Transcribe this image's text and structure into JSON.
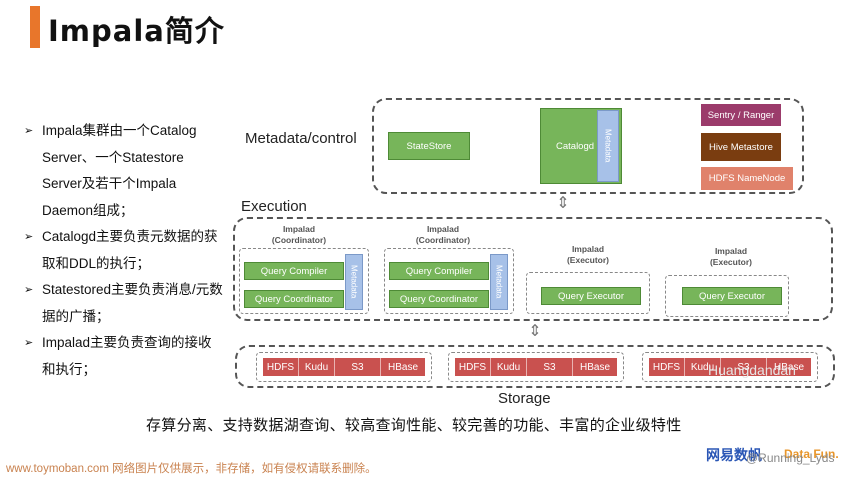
{
  "title": "Impala简介",
  "bullets": [
    "Impala集群由一个Catalog Server、一个Statestore Server及若干个Impala Daemon组成；",
    "Catalogd主要负责元数据的获取和DDL的执行；",
    "Statestored主要负责消息/元数据的广播；",
    "Impalad主要负责查询的接收和执行；"
  ],
  "bullet_mark": "➢",
  "diagram": {
    "metadata_label": "Metadata/control",
    "execution_label": "Execution",
    "storage_label": "Storage",
    "statestore": "StateStore",
    "catalogd": "Catalogd",
    "metadata_tag": "Metadata",
    "sentry": "Sentry / Ranger",
    "hive": "Hive Metastore",
    "namenode": "HDFS NameNode",
    "impalad": "Impalad",
    "coordinator": "(Coordinator)",
    "executor": "(Executor)",
    "query_compiler": "Query Compiler",
    "query_coordinator": "Query Coordinator",
    "query_executor": "Query Executor",
    "storage_cells": [
      "HDFS",
      "Kudu",
      "S3",
      "HBase"
    ]
  },
  "bottom_text": "存算分离、支持数据湖查询、较高查询性能、较完善的功能、丰富的企业级特性",
  "watermark": "www.toymoban.com 网络图片仅供展示，非存储，如有侵权请联系删除。",
  "watermark_faint": "Huangdandan",
  "brand_left": "网易数帆",
  "brand_right": "Data Fun.",
  "handle": "@Running_Lyds",
  "colors": {
    "accent": "#e8762b",
    "green": "#77b55a",
    "metadata_blue": "#a7c1e8",
    "sentry": "#9b3b6b",
    "hive": "#7a3d10",
    "namenode": "#e0826b",
    "storage_red": "#c9514f"
  }
}
